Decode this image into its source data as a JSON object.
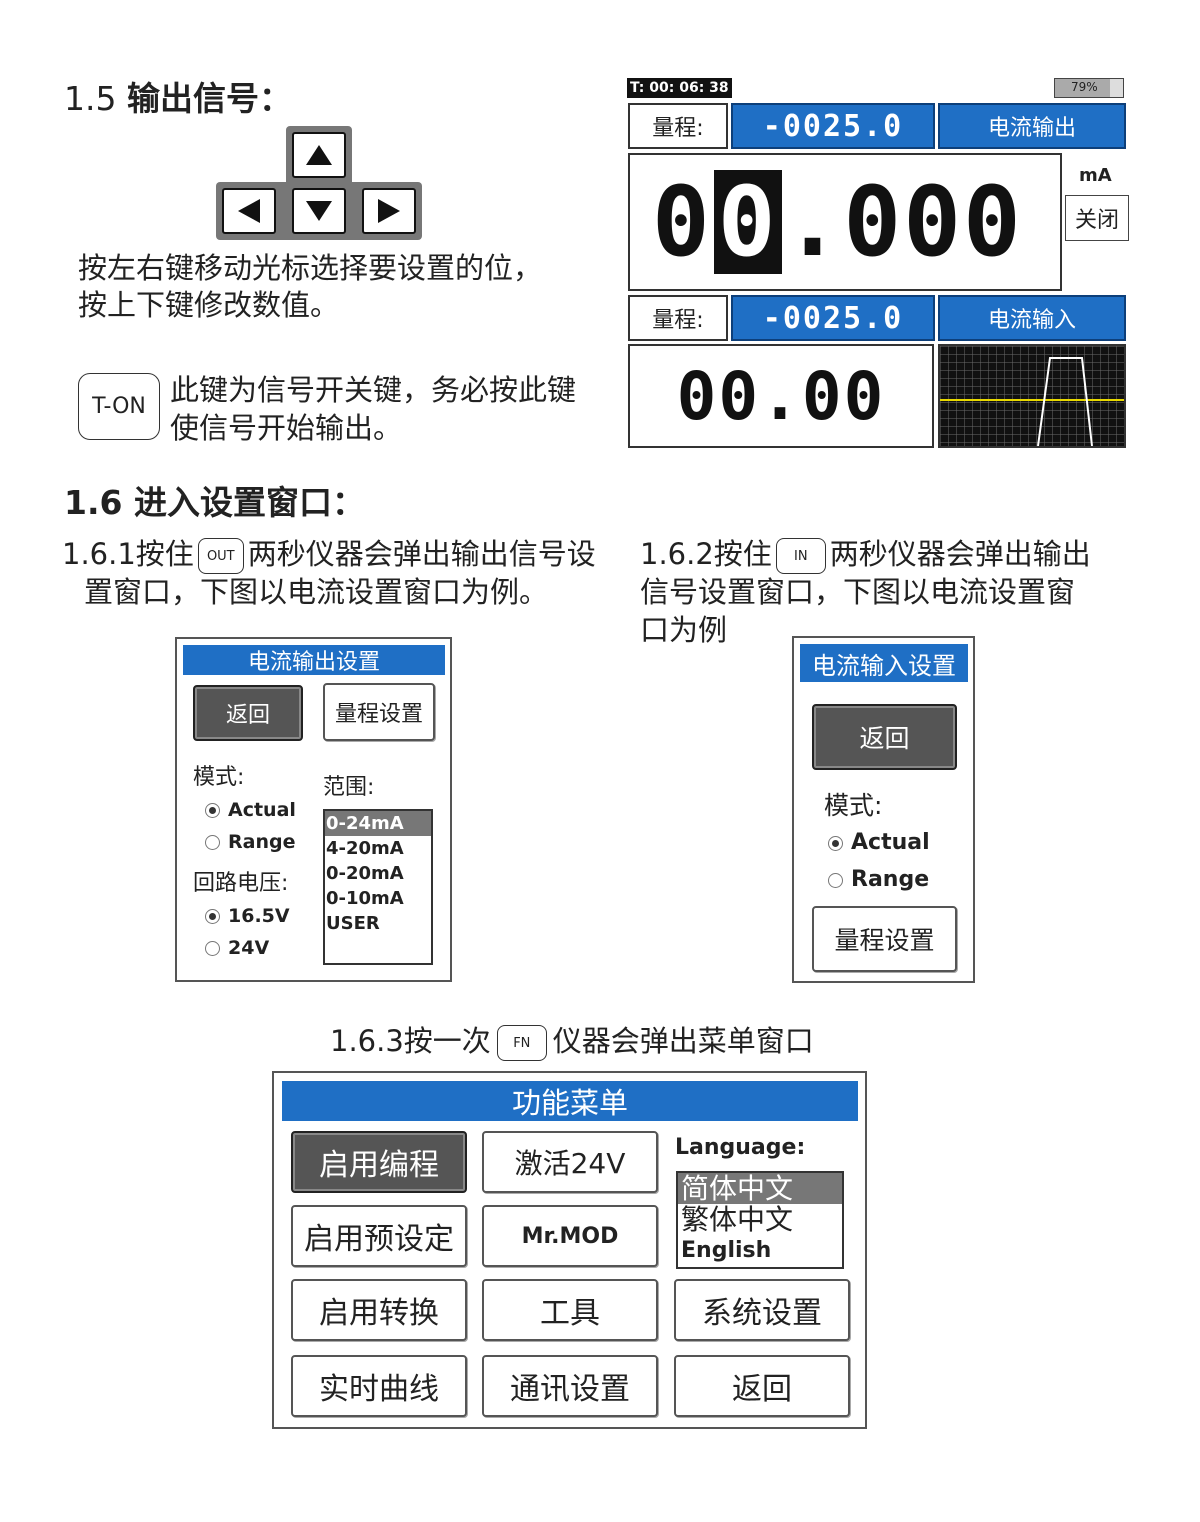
{
  "sec15": {
    "num": "1.5",
    "title": "输出信号：",
    "text_line1": "按左右键移动光标选择要设置的位，",
    "text_line2": "按上下键修改数值。",
    "ton_key": "T-ON",
    "ton_line1": "此键为信号开关键，务必按此键",
    "ton_line2": "使信号开始输出。"
  },
  "lcd": {
    "timer": "T: 00: 06: 38",
    "battery": "79%",
    "range_label": "量程:",
    "range_value": "-0025.0",
    "out_mode": "电流输出",
    "main_digit0": "0",
    "main_cursor": "0",
    "main_rest": ".000",
    "unit": "mA",
    "switch_btn": "关闭",
    "range_label2": "量程:",
    "range_value2": "-0025.0",
    "in_mode": "电流输入",
    "input_value": "00.00"
  },
  "sec16": {
    "title": "1.6 进入设置窗口：",
    "s161_prefix": "1.6.1按住",
    "s161_key": "OUT",
    "s161_suffix": "两秒仪器会弹出输出信号设",
    "s161_line2": "置窗口，下图以电流设置窗口为例。",
    "s162_prefix": "1.6.2按住",
    "s162_key": "IN",
    "s162_suffix": "两秒仪器会弹出输出",
    "s162_line2": "信号设置窗口，下图以电流设置窗",
    "s162_line3": "口为例",
    "s163_prefix": "1.6.3按一次",
    "s163_key": "FN",
    "s163_suffix": "仪器会弹出菜单窗口"
  },
  "out_window": {
    "title": "电流输出设置",
    "back": "返回",
    "range_set": "量程设置",
    "mode_label": "模式:",
    "mode_actual": "Actual",
    "mode_range": "Range",
    "loop_label": "回路电压:",
    "v1": "16.5V",
    "v2": "24V",
    "scope_label": "范围:",
    "ranges": [
      "0-24mA",
      "4-20mA",
      "0-20mA",
      "0-10mA",
      "USER"
    ]
  },
  "in_window": {
    "title": "电流输入设置",
    "back": "返回",
    "mode_label": "模式:",
    "mode_actual": "Actual",
    "mode_range": "Range",
    "range_set": "量程设置"
  },
  "menu": {
    "title": "功能菜单",
    "btn_program": "启用编程",
    "btn_24v": "激活24V",
    "lang_label": "Language:",
    "langs": [
      "简体中文",
      "繁体中文",
      "English"
    ],
    "btn_preset": "启用预设定",
    "btn_mrmod": "Mr.MOD",
    "btn_convert": "启用转换",
    "btn_tools": "工具",
    "btn_system": "系统设置",
    "btn_curve": "实时曲线",
    "btn_comm": "通讯设置",
    "btn_back": "返回"
  },
  "colors": {
    "lcd_blue": "#1f6fc5",
    "button_dark": "#555555",
    "chart_line": "#e8d800"
  }
}
